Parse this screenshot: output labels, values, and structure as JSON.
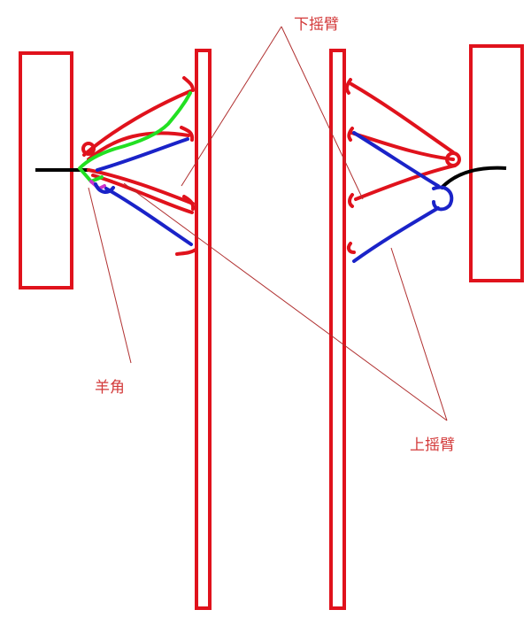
{
  "labels": {
    "lower_arm": "下摇臂",
    "knuckle": "羊角",
    "upper_arm": "上摇臂"
  },
  "colors": {
    "frame": "#e0121c",
    "label": "#d33a3a",
    "upper_arm": "#1a23c8",
    "knuckle_link": "#22e022",
    "knuckle_tip": "#cc33cc",
    "axle": "#000000",
    "leader": "#b03030"
  }
}
